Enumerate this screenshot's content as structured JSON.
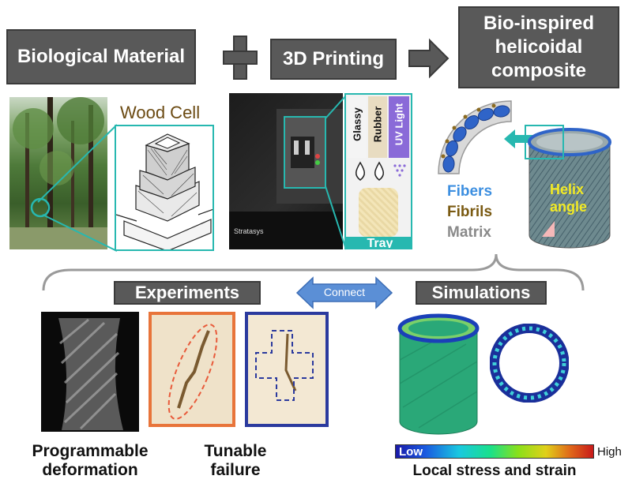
{
  "header": {
    "box1": "Biological Material",
    "box2": "3D Printing",
    "box3_lines": [
      "Bio-inspired",
      "helicoidal",
      "composite"
    ]
  },
  "wood": {
    "label": "Wood Cell",
    "label_color": "#6b4a12"
  },
  "printer": {
    "brand": "Stratasys",
    "materials": [
      "Glassy",
      "Rubber",
      "UV Light"
    ],
    "tray": "Tray"
  },
  "composite": {
    "legend": [
      {
        "text": "Fibers",
        "color": "#3d8fe0"
      },
      {
        "text": "Fibrils",
        "color": "#7a5a12"
      },
      {
        "text": "Matrix",
        "color": "#8a8a8a"
      }
    ],
    "helix_lines": [
      "Helix",
      "angle"
    ],
    "helix_color": "#f2ea25"
  },
  "bottom": {
    "experiments": "Experiments",
    "connect": "Connect",
    "simulations": "Simulations",
    "caption1": [
      "Programmable",
      "deformation"
    ],
    "caption2": [
      "Tunable",
      "failure"
    ],
    "colorbar_low": "Low",
    "colorbar_high": "High",
    "colorbar_title": "Local stress and strain"
  },
  "colors": {
    "box_gray": "#595959",
    "teal": "#27b8b0",
    "orange_frame": "#e8743a",
    "blue_frame": "#2b3a9e",
    "connect_blue": "#5b8fd6"
  }
}
